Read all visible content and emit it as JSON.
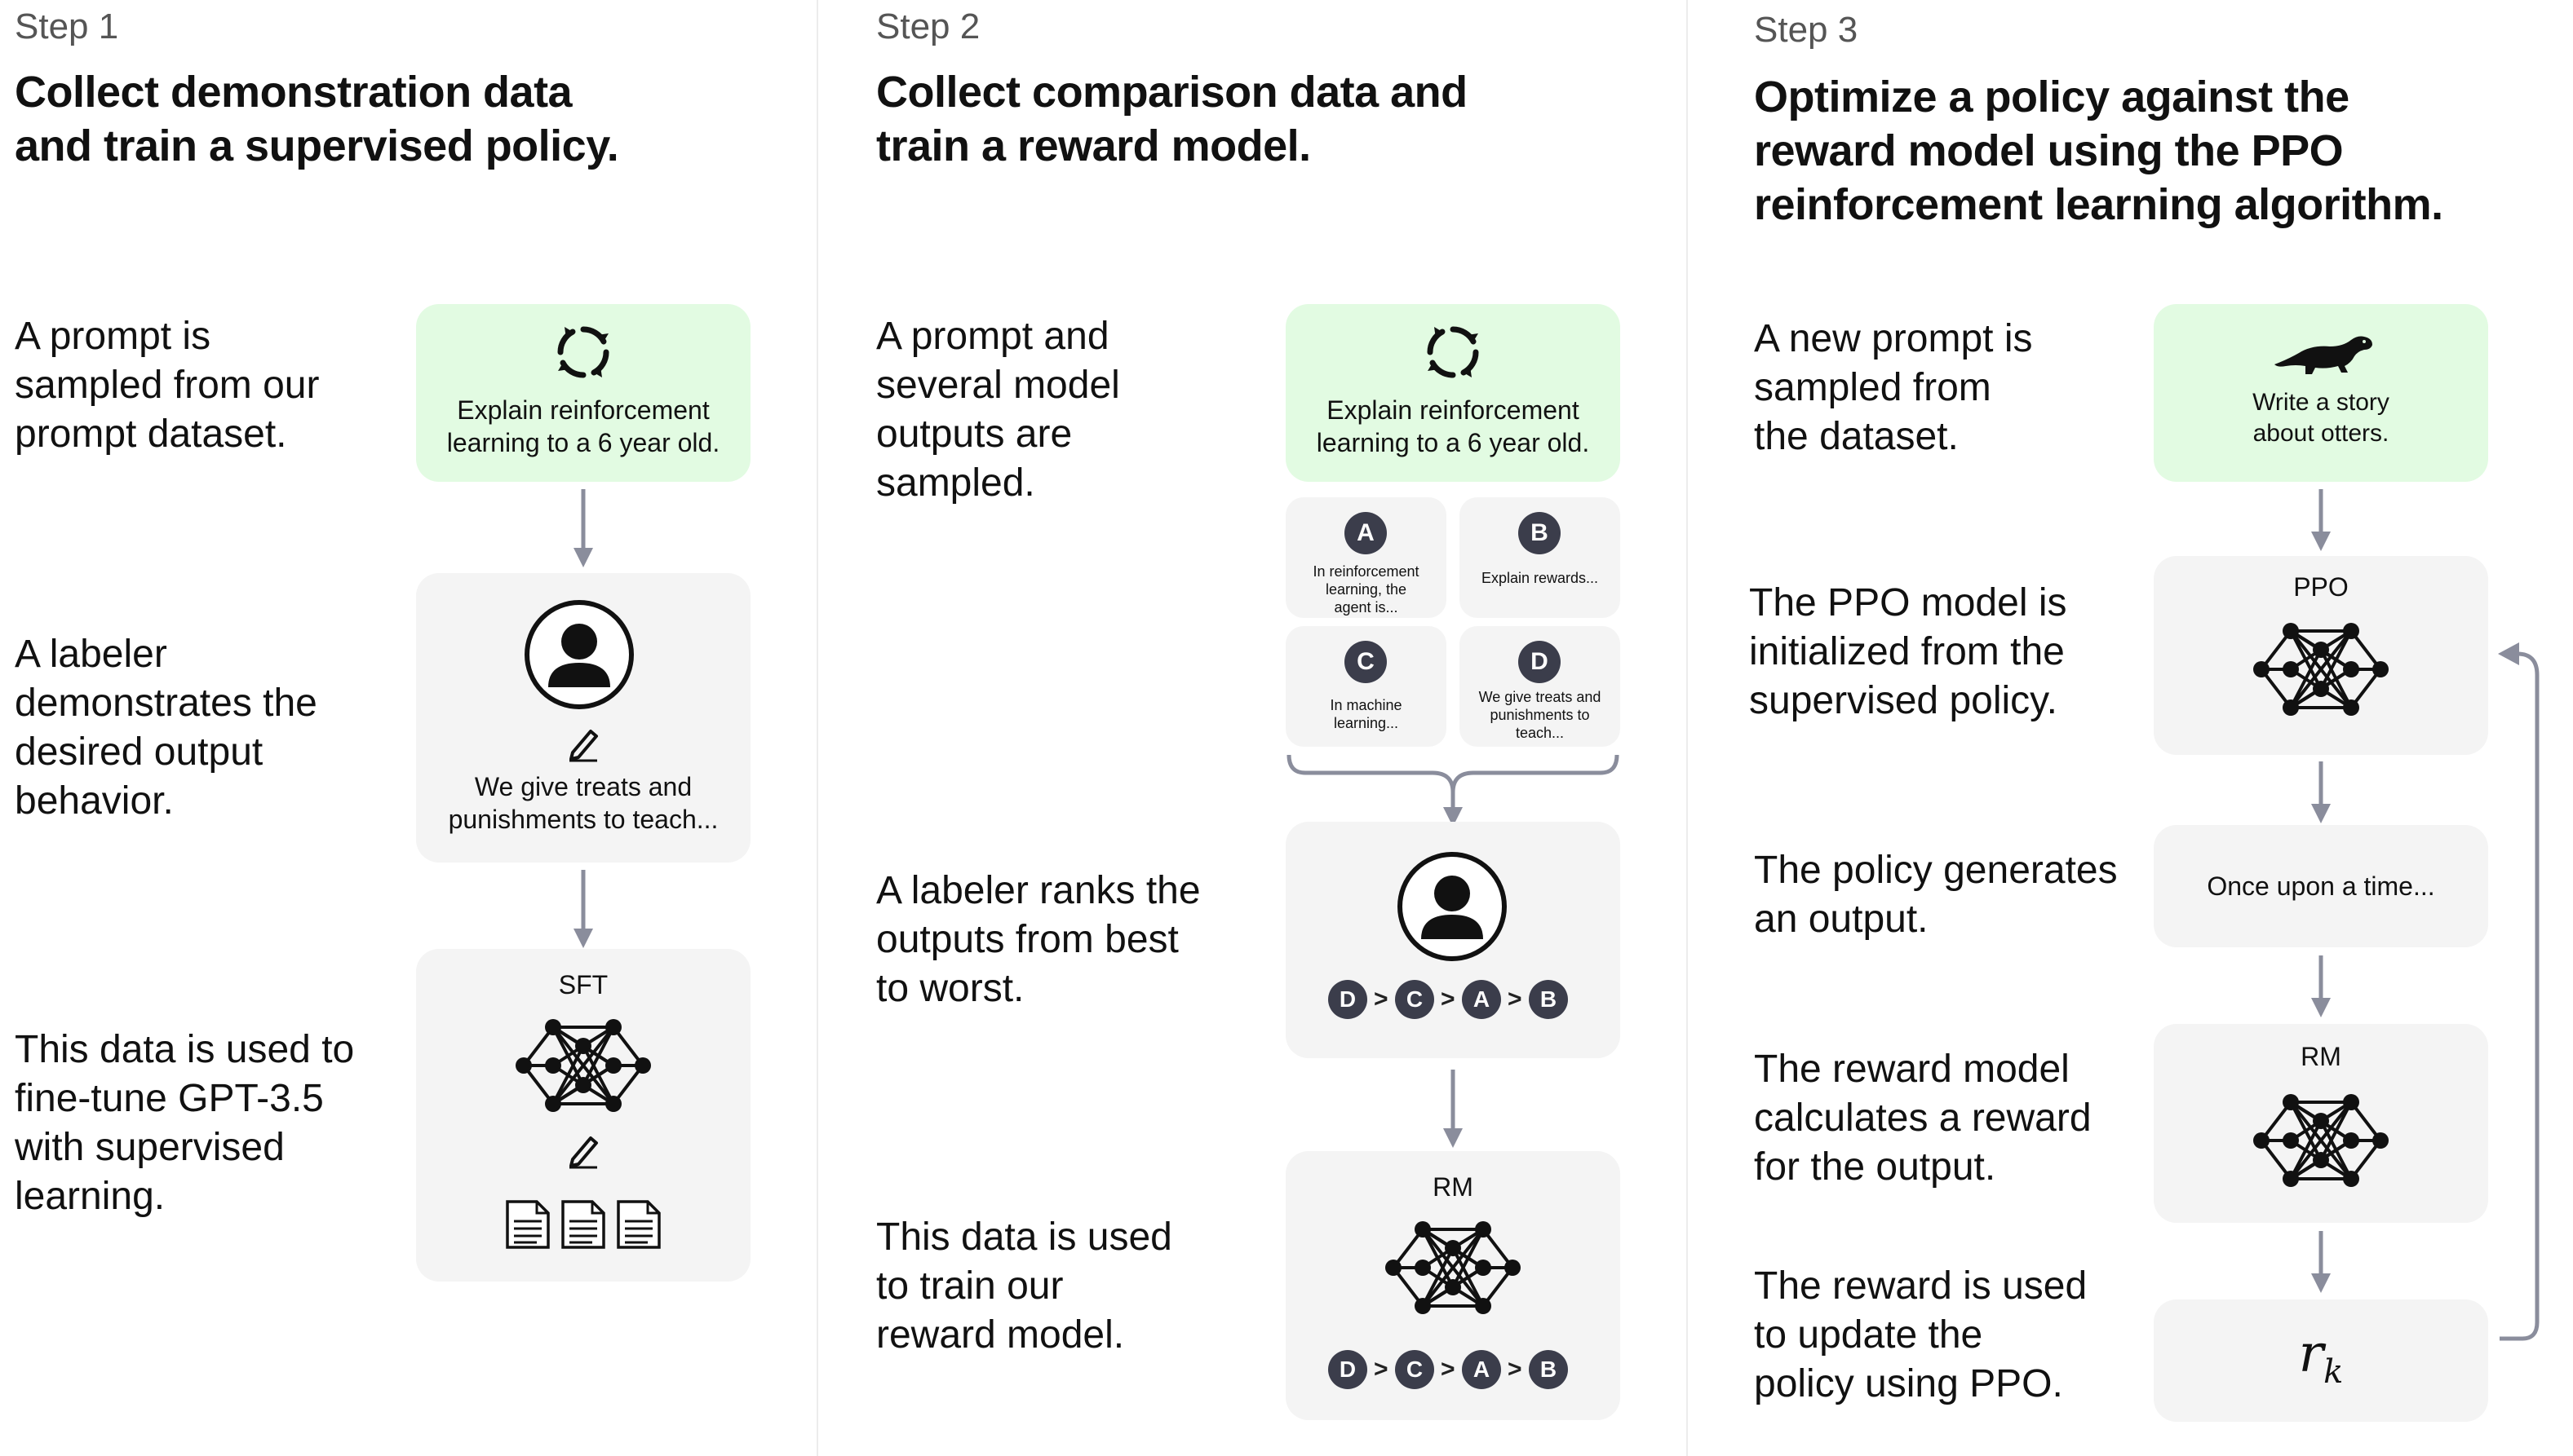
{
  "step1": {
    "step_label": "Step 1",
    "title_line1": "Collect demonstration data",
    "title_line2": "and train a supervised policy.",
    "desc1": [
      "A prompt is",
      "sampled from our",
      "prompt dataset."
    ],
    "desc2": [
      "A labeler",
      "demonstrates the",
      "desired output",
      "behavior."
    ],
    "desc3": [
      "This data is used to",
      "fine-tune GPT-3.5",
      "with supervised",
      "learning."
    ],
    "prompt_text": [
      "Explain reinforcement",
      "learning to a 6 year old."
    ],
    "demo_text": [
      "We give treats and",
      "punishments to teach..."
    ],
    "model_label": "SFT"
  },
  "step2": {
    "step_label": "Step 2",
    "title_line1": "Collect comparison data and",
    "title_line2": "train a reward model.",
    "desc1": [
      "A prompt and",
      "several model",
      "outputs are",
      "sampled."
    ],
    "desc2": [
      "A labeler ranks the",
      "outputs from best",
      "to worst."
    ],
    "desc3": [
      "This data is used",
      "to train our",
      "reward model."
    ],
    "prompt_text": [
      "Explain reinforcement",
      "learning to a 6 year old."
    ],
    "outputs": [
      {
        "letter": "A",
        "text": [
          "In reinforcement",
          "learning, the",
          "agent is..."
        ]
      },
      {
        "letter": "B",
        "text": [
          "Explain rewards..."
        ]
      },
      {
        "letter": "C",
        "text": [
          "In machine",
          "learning..."
        ]
      },
      {
        "letter": "D",
        "text": [
          "We give treats and",
          "punishments to",
          "teach..."
        ]
      }
    ],
    "ranking": [
      "D",
      "C",
      "A",
      "B"
    ],
    "rank_sep": ">",
    "model_label": "RM"
  },
  "step3": {
    "step_label": "Step 3",
    "title_line1": "Optimize a policy against the",
    "title_line2": "reward model using the PPO",
    "title_line3": "reinforcement learning algorithm.",
    "desc1": [
      "A new prompt is",
      "sampled from",
      "the dataset."
    ],
    "desc2": [
      "The PPO model is",
      "initialized from the",
      "supervised policy."
    ],
    "desc3": [
      "The policy generates",
      "an output."
    ],
    "desc4": [
      "The reward model",
      "calculates a reward",
      "for the output."
    ],
    "desc5": [
      "The reward is used",
      "to update the",
      "policy using PPO."
    ],
    "prompt_text": [
      "Write a story",
      "about otters."
    ],
    "ppo_label": "PPO",
    "output_text": "Once upon a time...",
    "rm_label": "RM",
    "reward_symbol": "r",
    "reward_sub": "k"
  },
  "icons": [
    "refresh-icon",
    "person-icon",
    "pencil-icon",
    "neural-net-icon",
    "document-icon",
    "otter-icon",
    "arrow-down-icon",
    "feedback-arrow-icon"
  ],
  "colors": {
    "prompt_bg": "#e2fbe2",
    "box_bg": "#f4f4f4",
    "badge": "#3b3d4b",
    "arrow": "#8a8d9c"
  }
}
